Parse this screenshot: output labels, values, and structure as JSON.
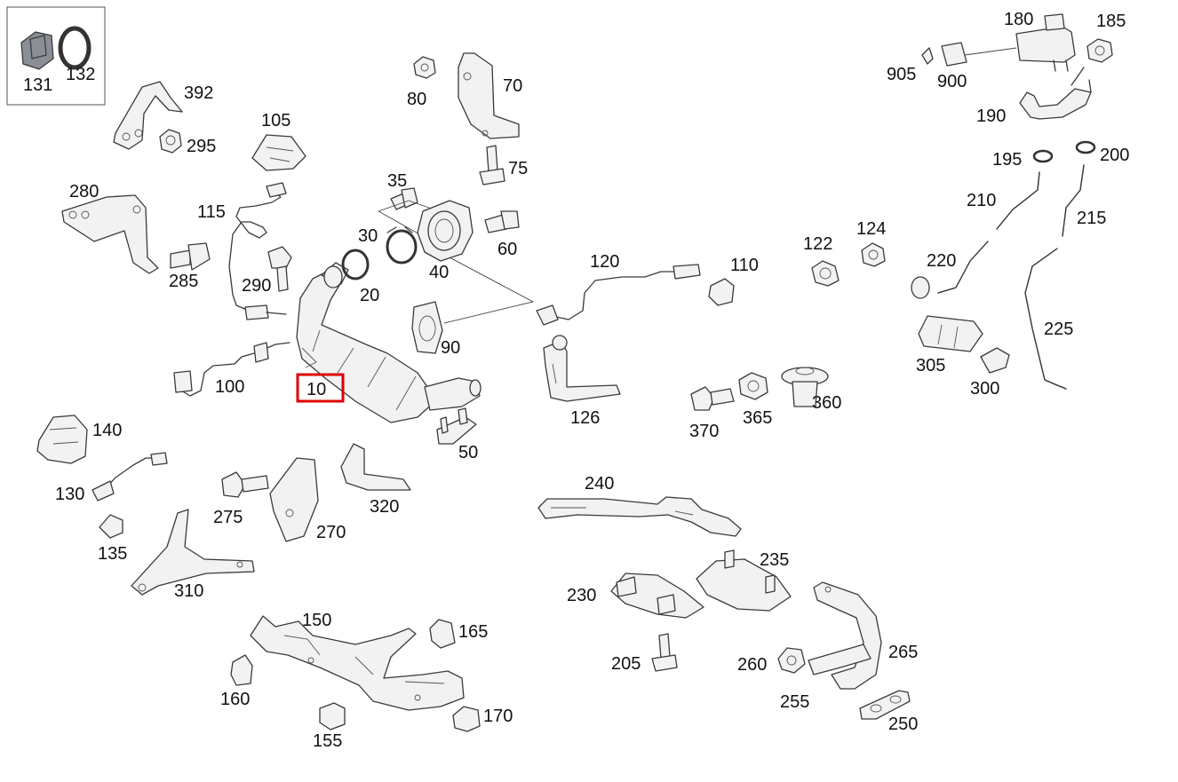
{
  "labels": {
    "p131": "131",
    "p132": "132",
    "p392": "392",
    "p295": "295",
    "p105": "105",
    "p280": "280",
    "p115": "115",
    "p285": "285",
    "p290": "290",
    "p100": "100",
    "p10": "10",
    "p80": "80",
    "p70": "70",
    "p75": "75",
    "p35": "35",
    "p30": "30",
    "p20": "20",
    "p40": "40",
    "p60": "60",
    "p90": "90",
    "p50": "50",
    "p120": "120",
    "p110": "110",
    "p126": "126",
    "p122": "122",
    "p124": "124",
    "p370": "370",
    "p365": "365",
    "p360": "360",
    "p180": "180",
    "p185": "185",
    "p905": "905",
    "p900": "900",
    "p190": "190",
    "p195": "195",
    "p200": "200",
    "p210": "210",
    "p215": "215",
    "p220": "220",
    "p225": "225",
    "p305": "305",
    "p300": "300",
    "p140": "140",
    "p130": "130",
    "p135": "135",
    "p275": "275",
    "p270": "270",
    "p320": "320",
    "p310": "310",
    "p150": "150",
    "p165": "165",
    "p160": "160",
    "p155": "155",
    "p170": "170",
    "p240": "240",
    "p235": "235",
    "p230": "230",
    "p205": "205",
    "p260": "260",
    "p265": "265",
    "p255": "255",
    "p250": "250"
  },
  "colors": {
    "highlight": "#e00000",
    "line": "#3a3a3a"
  },
  "highlighted_part": "10"
}
